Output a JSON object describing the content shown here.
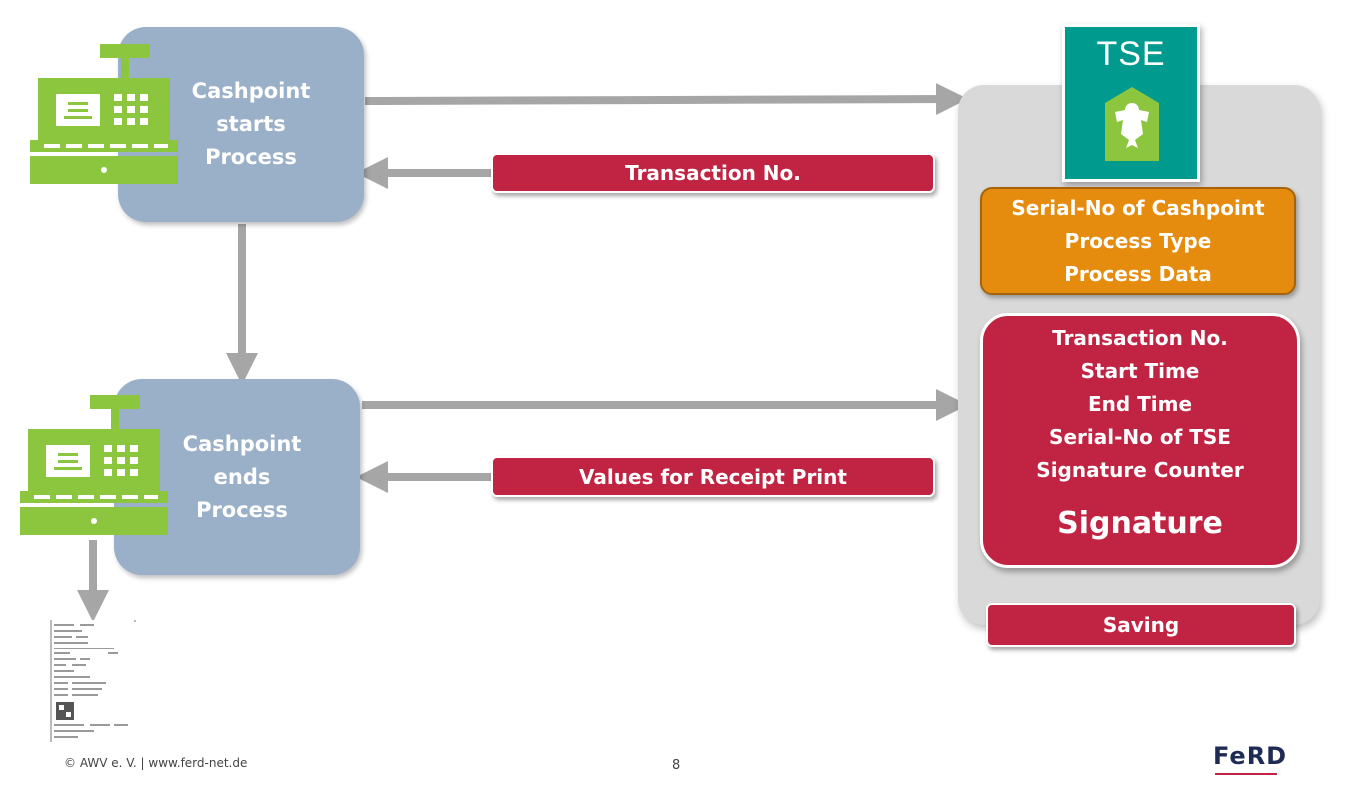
{
  "process_start": {
    "lines": [
      "Cashpoint",
      "starts",
      "Process"
    ]
  },
  "process_end": {
    "lines": [
      "Cashpoint",
      "ends",
      "Process"
    ]
  },
  "label_transaction": "Transaction No.",
  "label_receipt": "Values for Receipt Print",
  "tse_title": "TSE",
  "orange_box": {
    "lines": [
      "Serial-No of Cashpoint",
      "Process Type",
      "Process Data"
    ]
  },
  "red_box": {
    "lines": [
      "Transaction No.",
      "Start Time",
      "End Time",
      "Serial-No of TSE",
      "Signature Counter"
    ],
    "signature": "Signature"
  },
  "saving_label": "Saving",
  "footer_text": "© AWV e. V. | www.ferd-net.de",
  "page_number": "8",
  "logo_text": "FeRD",
  "colors": {
    "process_box": "#9aafc8",
    "cash_register": "#8cc63f",
    "red": "#c12443",
    "orange": "#e58c0e",
    "tse_teal": "#009a8e",
    "arrow_gray": "#a6a6a6",
    "tse_panel": "#d9d9d9"
  },
  "icons": [
    "cash-register-icon",
    "receipt-icon",
    "federal-eagle-icon"
  ]
}
